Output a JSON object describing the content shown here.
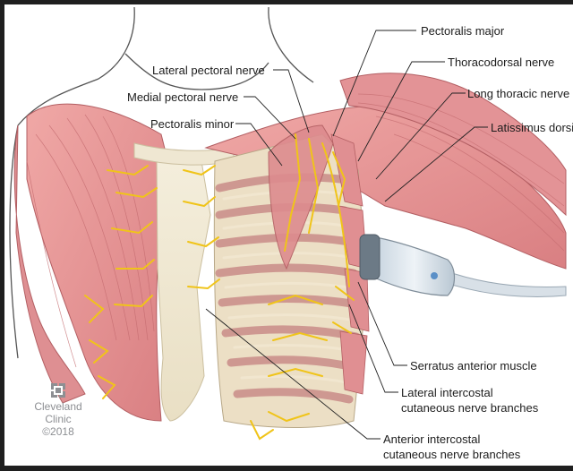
{
  "labels": {
    "pectoralis_major": "Pectoralis major",
    "thoracodorsal_nerve": "Thoracodorsal nerve",
    "lateral_pectoral_nerve": "Lateral pectoral nerve",
    "long_thoracic_nerve": "Long thoracic nerve",
    "medial_pectoral_nerve": "Medial pectoral nerve",
    "latissimus_dorsi": "Latissimus dorsi",
    "pectoralis_minor": "Pectoralis minor",
    "serratus_anterior": "Serratus anterior muscle",
    "lateral_intercostal_line1": "Lateral intercostal",
    "lateral_intercostal_line2": "cutaneous nerve branches",
    "anterior_intercostal_line1": "Anterior intercostal",
    "anterior_intercostal_line2": "cutaneous nerve branches"
  },
  "logo": {
    "line1": "Cleveland",
    "line2": "Clinic",
    "line3": "©2018",
    "icon": "cleveland-clinic-cross-logo"
  },
  "colors": {
    "muscle": "#e79898",
    "muscle_dark": "#c96a6e",
    "bone": "#efe7d2",
    "nerve": "#f0c419",
    "skin_outline": "#555555",
    "probe": "#dbe4ec"
  }
}
